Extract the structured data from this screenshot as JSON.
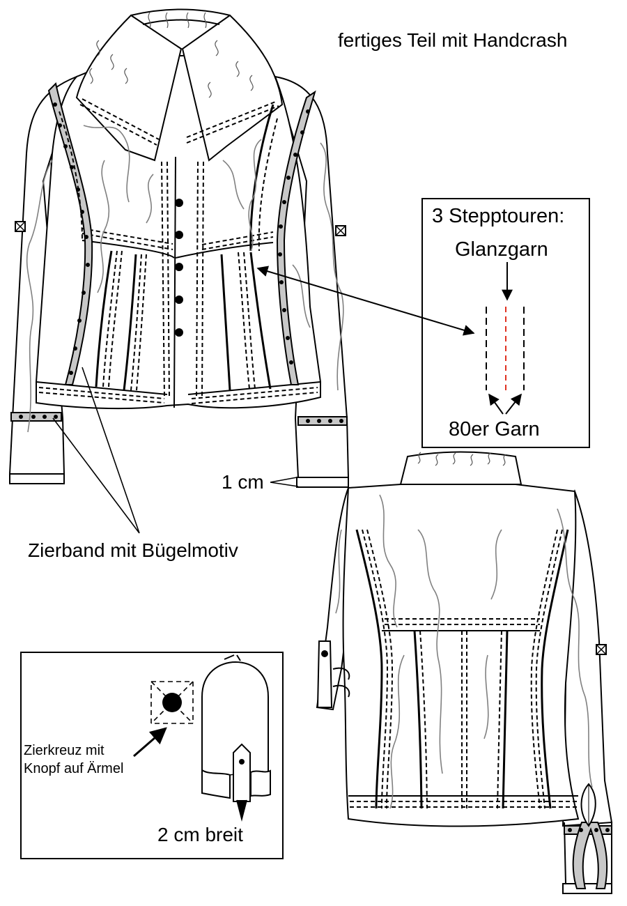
{
  "labels": {
    "title": "fertiges Teil mit Handcrash",
    "decorative_band": "Zierband mit Bügelmotiv",
    "one_cm": "1 cm",
    "stitch_title": "3 Stepptouren:",
    "gloss_thread": "Glanzgarn",
    "thread_80": "80er Garn",
    "cross_line1": "Zierkreuz mit",
    "cross_line2": "Knopf auf Ärmel",
    "two_cm": "2 cm breit"
  },
  "colors": {
    "line": "#000000",
    "crinkle": "#808080",
    "band": "#c8c8c8",
    "gloss_stitch": "#e03020"
  }
}
